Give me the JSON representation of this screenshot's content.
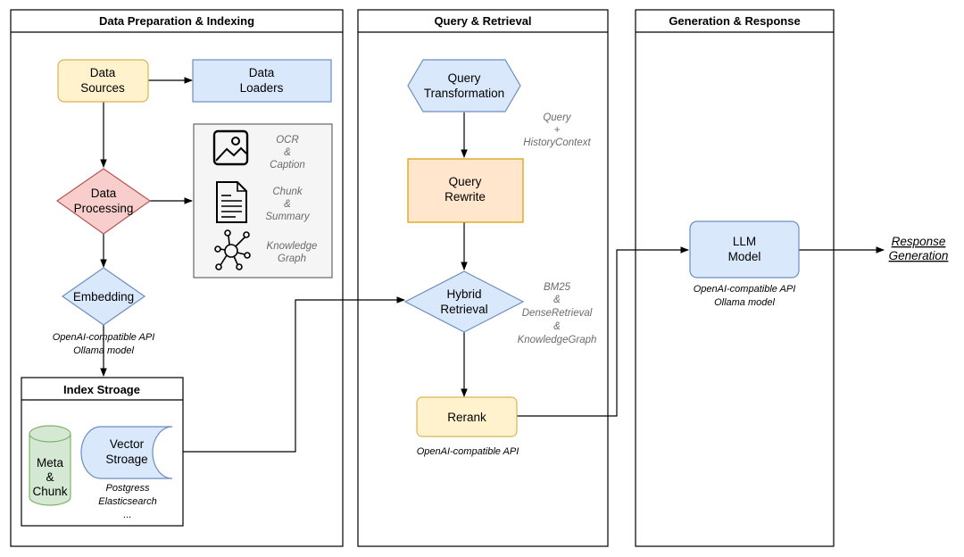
{
  "lanes": {
    "prep": "Data Preparation & Indexing",
    "query": "Query & Retrieval",
    "gen": "Generation & Response"
  },
  "nodes": {
    "data_sources": [
      "Data",
      "Sources"
    ],
    "data_loaders": [
      "Data",
      "Loaders"
    ],
    "data_processing": [
      "Data",
      "Processing"
    ],
    "embedding": [
      "Embedding"
    ],
    "index_storage_title": "Index Stroage",
    "meta_chunk": [
      "Meta",
      "&",
      "Chunk"
    ],
    "vector_storage": [
      "Vector",
      "Stroage"
    ],
    "query_transformation": [
      "Query",
      "Transformation"
    ],
    "query_rewrite": [
      "Query",
      "Rewrite"
    ],
    "hybrid_retrieval": [
      "Hybrid",
      "Retrieval"
    ],
    "rerank": [
      "Rerank"
    ],
    "llm_model": [
      "LLM",
      "Model"
    ]
  },
  "processing_outputs": {
    "ocr": [
      "OCR",
      "&",
      "Caption"
    ],
    "chunk": [
      "Chunk",
      "&",
      "Summary"
    ],
    "kg": [
      "Knowledge",
      "Graph"
    ]
  },
  "notes": {
    "embedding_api": [
      "OpenAI-compatible API",
      "Ollama model"
    ],
    "storage_backends": [
      "Postgress",
      "Elasticsearch",
      "..."
    ],
    "query_context": [
      "Query",
      "+",
      "HistoryContext"
    ],
    "retrieval_methods": [
      "BM25",
      "&",
      "DenseRetrieval",
      "&",
      "KnowledgeGraph"
    ],
    "rerank_api": [
      "OpenAI-compatible API"
    ],
    "llm_api": [
      "OpenAI-compatible API",
      "Ollama model"
    ]
  },
  "output": [
    "Response",
    "Generation"
  ],
  "colors": {
    "yellow_fill": "#fff2cc",
    "yellow_stroke": "#d6b656",
    "blue_fill": "#dae8fc",
    "blue_stroke": "#6c8ebf",
    "red_fill": "#f8cecc",
    "red_stroke": "#b85450",
    "green_fill": "#d5e8d4",
    "green_stroke": "#82b366",
    "orange_fill": "#ffe6cc",
    "orange_stroke": "#d79b00",
    "grey_fill": "#f5f5f5",
    "grey_stroke": "#666666"
  }
}
